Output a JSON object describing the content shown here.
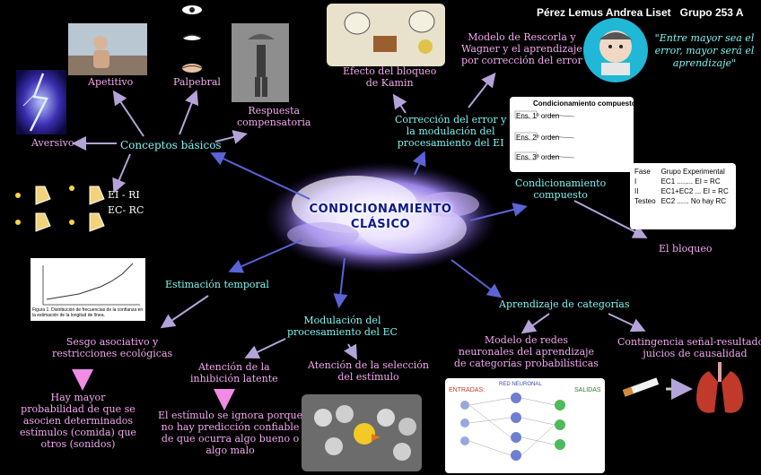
{
  "header": {
    "author": "Pérez Lemus Andrea Liset",
    "group": "Grupo 253 A",
    "quote": "\"Entre mayor sea el error, mayor será el aprendizaje\""
  },
  "center": {
    "title_line1": "CONDICIONAMIENTO",
    "title_line2": "CLÁSICO"
  },
  "nodes": {
    "conceptos_basicos": "Conceptos básicos",
    "apetitivo": "Apetitivo",
    "palpebral": "Palpebral",
    "respuesta_comp_1": "Respuesta",
    "respuesta_comp_2": "compensatoria",
    "aversivo": "Aversivo",
    "ei_ri": "EI - RI",
    "ec_rc": "EC- RC",
    "efecto_1": "Efecto del bloqueo",
    "efecto_2": "de Kamin",
    "rescorla_1": "Modelo de Rescorla y",
    "rescorla_2": "Wagner y el aprendizaje",
    "rescorla_3": "por corrección del error",
    "correccion_1": "Corrección del error y",
    "correccion_2": "la modulación del",
    "correccion_3": "procesamiento del EI",
    "compuesto_1": "Condicionamiento",
    "compuesto_2": "compuesto",
    "bloqueo": "El bloqueo",
    "estimacion": "Estimación temporal",
    "sesgo_1": "Sesgo asociativo y",
    "sesgo_2": "restricciones ecológicas",
    "hay_mayor_1": "Hay mayor",
    "hay_mayor_2": "probabilidad de que se",
    "hay_mayor_3": "asocien determinados",
    "hay_mayor_4": "estímulos (comida) que",
    "hay_mayor_5": "otros (sonidos)",
    "modulacion_1": "Modulación del",
    "modulacion_2": "procesamiento del EC",
    "inhibicion_1": "Atención de la",
    "inhibicion_2": "inhibición latente",
    "ignora_1": "El estímulo se ignora porque",
    "ignora_2": "no hay predicción confiable",
    "ignora_3": "de que ocurra algo bueno o",
    "ignora_4": "algo malo",
    "seleccion_1": "Atención de la selección",
    "seleccion_2": "del estímulo",
    "categorias": "Aprendizaje de categorías",
    "redes_1": "Modelo de redes",
    "redes_2": "neuronales del aprendizaje",
    "redes_3": "de categorías probabilísticas",
    "contingencia_1": "Contingencia señal-resultado y",
    "contingencia_2": "juicios de causalidad"
  },
  "images": {
    "compuesto_table_title": "Condicionamiento compuesto",
    "compuesto_rows": [
      "Ens. 1º orden",
      "Ens. 2º orden",
      "Ens. 3º orden"
    ],
    "bloqueo_table": {
      "header": [
        "Fase",
        "Grupo Experimental"
      ],
      "rows": [
        [
          "I",
          "EC1 ........ EI = RC"
        ],
        [
          "II",
          "EC1+EC2 ... EI = RC"
        ],
        [
          "Testeo",
          "EC2 ...... No hay RC"
        ]
      ]
    },
    "nn_labels": {
      "entradas": "ENTRADAS:",
      "red": "RED NEURONAL",
      "salidas": "SALIDAS"
    },
    "graph_caption": "Figura 1. Distribución de frecuencias de la confianza en la estimación de la longitud de línea."
  },
  "colors": {
    "pink": "#f3a8f0",
    "cyan": "#7ff3f0",
    "arrow_blue": "#5b63d6",
    "arrow_lavender": "#b4a3d8",
    "center_text": "#0b1a8a"
  }
}
